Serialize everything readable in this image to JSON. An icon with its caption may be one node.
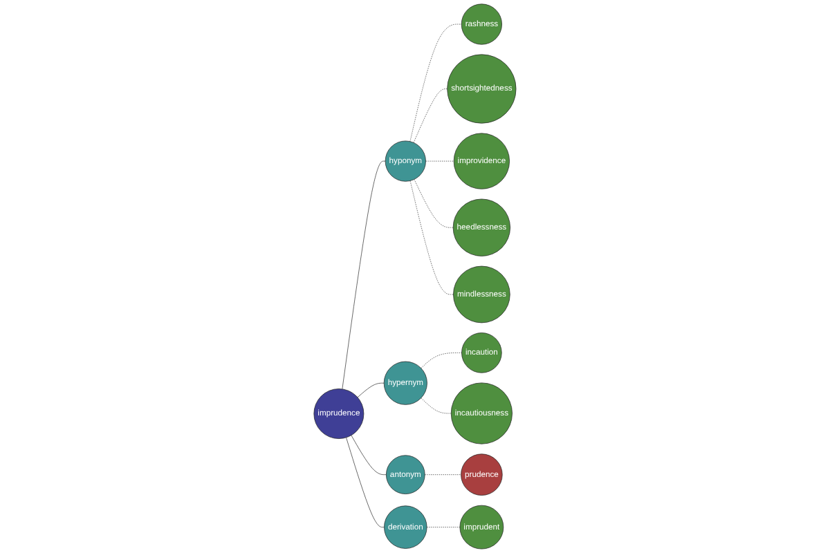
{
  "diagram": {
    "nodes": [
      {
        "text": [
          "rashness"
        ]
      },
      {
        "text": [
          "shortsightedness"
        ]
      },
      {
        "text": [
          "improvidence"
        ]
      },
      {
        "text": [
          "heedlessness"
        ]
      },
      {
        "text": [
          "hyponym"
        ]
      },
      {
        "text": [
          "mindlessness"
        ]
      },
      {
        "text": [
          "incaution"
        ]
      },
      {
        "text": [
          "imprudence"
        ]
      },
      {
        "text": [
          "hypernym"
        ]
      },
      {
        "text": [
          "incautiousness"
        ]
      },
      {
        "text": [
          "antonym"
        ]
      },
      {
        "text": [
          "derivation"
        ]
      },
      {
        "text": [
          "prudence"
        ]
      },
      {
        "text": [
          "imprudent"
        ]
      }
    ],
    "edges": [
      {
        "from": 7,
        "to": 4,
        "arrow": "none"
      },
      {
        "from": 7,
        "to": 8,
        "arrow": "none"
      },
      {
        "from": 7,
        "to": 10,
        "arrow": "none"
      },
      {
        "from": 7,
        "to": 11,
        "arrow": "none"
      },
      {
        "from": 4,
        "to": 0,
        "arrow": "none",
        "style": "dashed"
      },
      {
        "from": 4,
        "to": 1,
        "arrow": "none",
        "style": "dashed"
      },
      {
        "from": 4,
        "to": 2,
        "arrow": "none",
        "style": "dashed"
      },
      {
        "from": 4,
        "to": 3,
        "arrow": "none",
        "style": "dashed"
      },
      {
        "from": 4,
        "to": 5,
        "arrow": "none",
        "style": "dashed"
      },
      {
        "from": 8,
        "to": 6,
        "arrow": "none",
        "style": "dashed"
      },
      {
        "from": 8,
        "to": 9,
        "arrow": "none",
        "style": "dashed"
      },
      {
        "from": 10,
        "to": 12,
        "arrow": "none",
        "style": "dashed"
      },
      {
        "from": 11,
        "to": 13,
        "arrow": "none",
        "style": "dashed"
      }
    ]
  }
}
